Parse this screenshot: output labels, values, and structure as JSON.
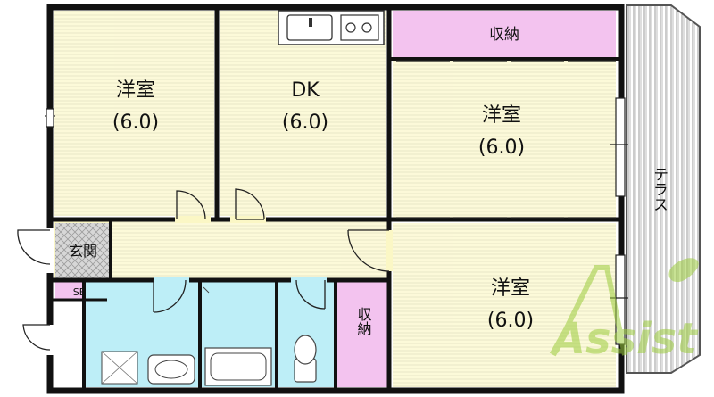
{
  "rooms": {
    "west_bedroom": {
      "name": "洋室",
      "size": "(6.0)"
    },
    "dk": {
      "name": "DK",
      "size": "(6.0)"
    },
    "east_bedroom": {
      "name": "洋室",
      "size": "(6.0)"
    },
    "south_bedroom": {
      "name": "洋室",
      "size": "(6.0)"
    },
    "storage_top": {
      "name": "収納"
    },
    "storage_bottom": {
      "name": "収納"
    },
    "entrance": {
      "name": "玄関"
    },
    "shoe_box": {
      "name": "SB"
    },
    "terrace": {
      "name": "テラス"
    }
  },
  "watermark": {
    "text": "Assist"
  },
  "colors": {
    "room": "#fbf7c5",
    "storage": "#f3c3ef",
    "wet_area": "#bdeef7",
    "entrance": "#cfcfcf",
    "terrace_hatch": "#9a9a9a",
    "wall": "#111111"
  }
}
